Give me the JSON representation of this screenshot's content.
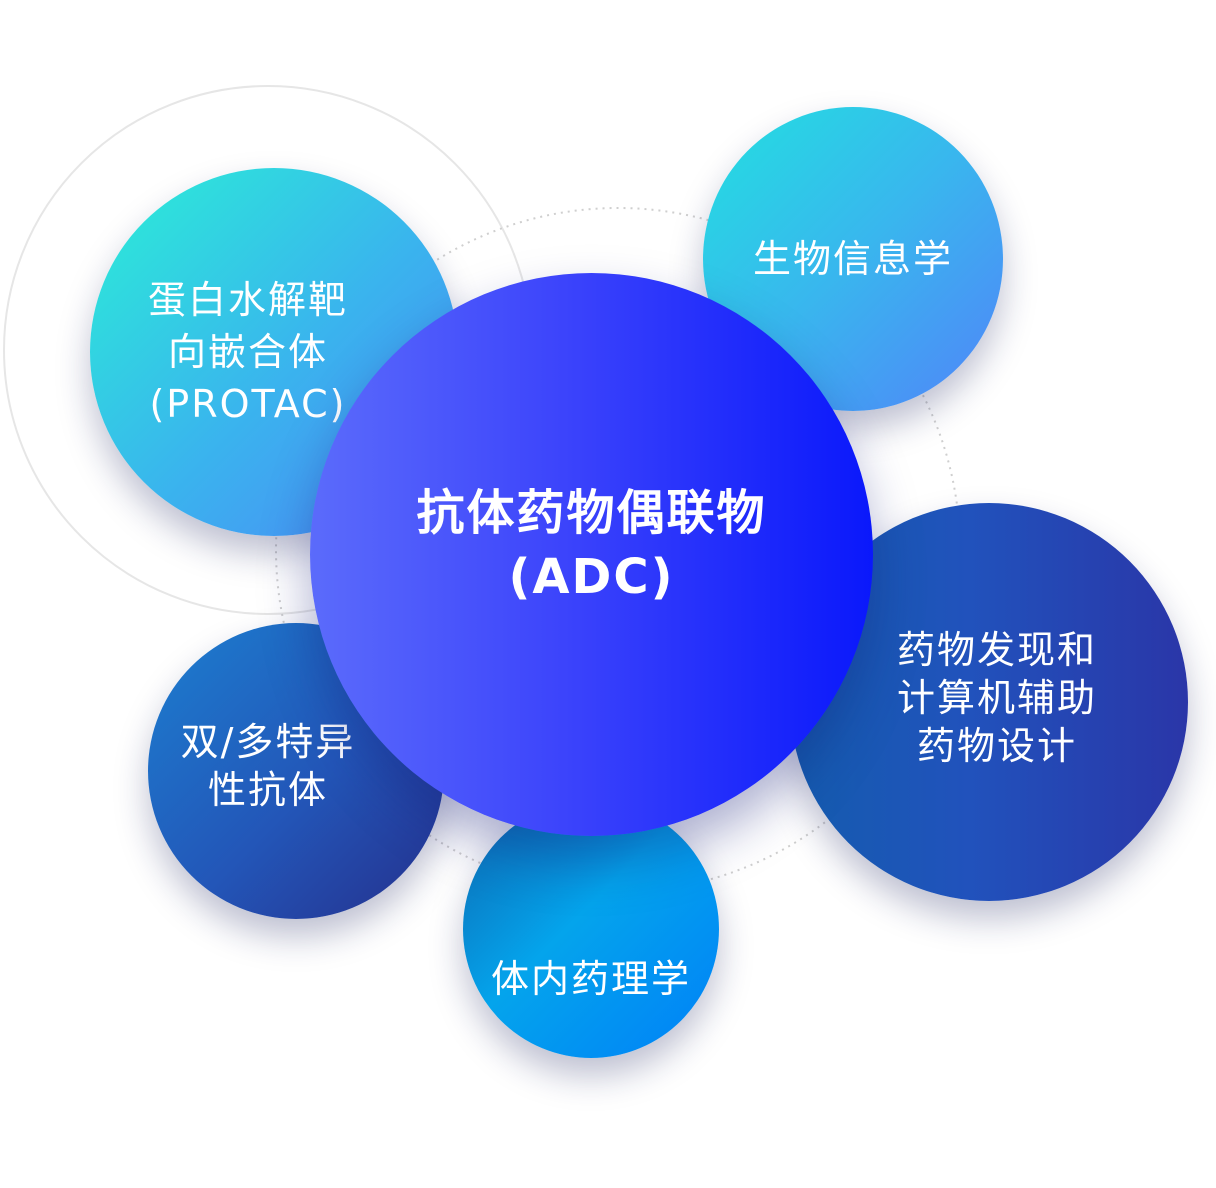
{
  "center": {
    "lines": [
      "抗体药物偶联物",
      "(ADC)"
    ],
    "colors": [
      "#5b6bfb",
      "#0a18fb"
    ]
  },
  "satellites": {
    "protac": {
      "lines": [
        "蛋白水解靶",
        "向嵌合体",
        "(PROTAC)"
      ]
    },
    "bioinformatics": {
      "lines": [
        "生物信息学"
      ]
    },
    "bispecific": {
      "lines": [
        "双/多特异",
        "性抗体"
      ]
    },
    "in_vivo_pharmacology": {
      "lines": [
        "体内药理学"
      ]
    },
    "cadd": {
      "lines": [
        "药物发现和",
        "计算机辅助",
        "药物设计"
      ]
    }
  },
  "colors": {
    "ring": "#e6e6e6",
    "dotted_ring": "#cfcfcf",
    "text": "#ffffff"
  }
}
